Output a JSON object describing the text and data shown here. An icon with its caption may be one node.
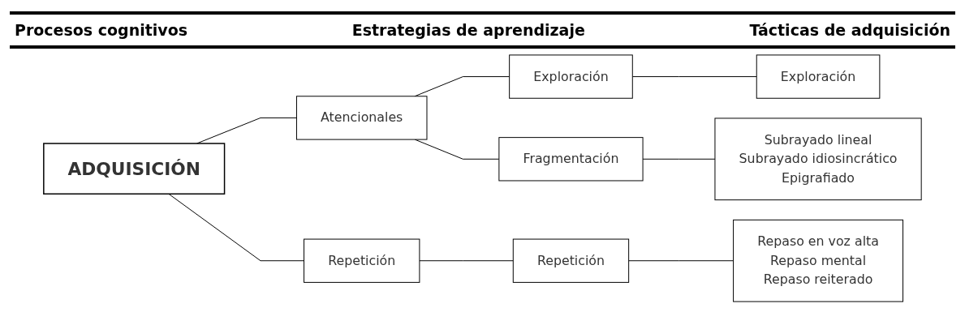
{
  "diagram": {
    "nodes": [
      {
        "text": [
          "ADQUISICIÓN"
        ]
      },
      {
        "text": [
          "Atencionales"
        ]
      },
      {
        "text": [
          "Repetición"
        ]
      },
      {
        "text": [
          "Exploración"
        ]
      },
      {
        "text": [
          "Fragmentación"
        ]
      },
      {
        "text": [
          "Repetición"
        ]
      },
      {
        "text": [
          "Exploración"
        ]
      },
      {
        "text": [
          "Subrayado lineal",
          "Subrayado idiosincrático",
          "Epigrafiado"
        ]
      },
      {
        "text": [
          "Repaso en voz alta",
          "Repaso mental",
          "Repaso reiterado"
        ]
      }
    ],
    "edges": [
      {
        "from": 0,
        "to": 1,
        "arrow": "none"
      },
      {
        "from": 0,
        "to": 2,
        "arrow": "none"
      },
      {
        "from": 1,
        "to": 3,
        "arrow": "none"
      },
      {
        "from": 1,
        "to": 4,
        "arrow": "none"
      },
      {
        "from": 2,
        "to": 5,
        "arrow": "none"
      },
      {
        "from": 3,
        "to": 6,
        "arrow": "none"
      },
      {
        "from": 4,
        "to": 7,
        "arrow": "none"
      },
      {
        "from": 5,
        "to": 8,
        "arrow": "none"
      }
    ],
    "labels": [
      "Procesos cognitivos",
      "Estrategias de aprendizaje",
      "Tácticas de adquisición"
    ]
  }
}
